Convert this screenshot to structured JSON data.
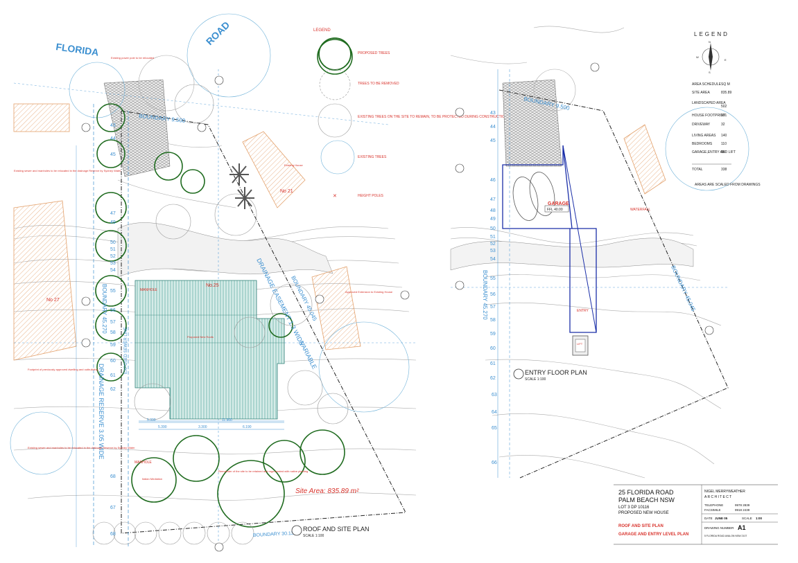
{
  "site": {
    "street_florida": "FLORIDA",
    "street_road": "ROAD",
    "boundary_top": "BOUNDARY 9.500",
    "boundary_right": "BOUNDARY 45.045",
    "boundary_left": "BOUNDARY 45.270",
    "boundary_bottom": "BOUNDARY 30.130",
    "drainage_easement": "DRAINAGE EASEMENT 1.3 WIDE",
    "variable": "VARIABLE",
    "drainage_reserve": "DRAINAGE RESERVE 3.05 WIDE",
    "exposed_sewer": "EXPOSED SEWER LINE",
    "no21": "No 21",
    "no25": "No.25",
    "no27": "No 27",
    "manhole": "MANHOLE",
    "site_area": "Site Area: 835.89 m²",
    "existing_house": "Existing House",
    "approved_ext": "Approved Extension to Existing House",
    "proposed_roof": "Proposed New Roofs",
    "note_power": "Existing power pole to be relocated",
    "note_sewer_top": "Existing sewer and manholes to be relocated in the drainage Reserve by Sydney Water",
    "note_sewer_bot": "Existing sewer and manholes to be relocated in the drainage Reserve by Sydney Water",
    "note_footprint": "Footprint of previously approved dwelling and outbuilding",
    "note_italian": "Italian Mediation",
    "note_native": "Remainder of the site to be retained and regenerated with native planting",
    "dims": [
      "5.390",
      "5.390",
      "3.300",
      "6.190",
      "11.900"
    ],
    "level_numbers": [
      "43",
      "44",
      "45",
      "46",
      "47",
      "48",
      "49",
      "50",
      "51",
      "52",
      "53",
      "54",
      "55",
      "56",
      "57",
      "58",
      "59",
      "60",
      "61",
      "62",
      "63",
      "64",
      "65",
      "66",
      "67",
      "68"
    ],
    "title": "ROOF AND SITE PLAN",
    "scale": "SCALE 1:100"
  },
  "legend": {
    "title": "LEGEND",
    "items": [
      "PROPOSED TREES",
      "TREES TO BE REMOVED",
      "EXISTING TREES ON THE SITE TO REMAIN, TO BE PROTECTED DURING CONSTRUCTION",
      "EXISTING TREES",
      "HEIGHT POLES"
    ]
  },
  "entry": {
    "boundary_top": "BOUNDARY 9.500",
    "boundary_left": "BOUNDARY 45.270",
    "boundary_right": "BOUNDARY 45.045",
    "garage": "GARAGE",
    "garage_rl": "FFL 40.00",
    "entry": "ENTRY",
    "lift": "LIFT",
    "waterfall": "WATERFALL",
    "title": "ENTRY FLOOR PLAN",
    "scale": "SCALE 1:100"
  },
  "area": {
    "legend": "LEGEND",
    "header": [
      "AREA SCHEDULE",
      "SQ M"
    ],
    "rows": [
      [
        "SITE AREA",
        "835.89"
      ],
      [
        "LANDSCAPED AREA",
        "502"
      ],
      [
        "HOUSE FOOTPRINT",
        "201"
      ],
      [
        "DRIVEWAY",
        "32"
      ],
      [
        "LIVING AREAS",
        "140"
      ],
      [
        "BEDROOMS",
        "110"
      ],
      [
        "GARAGE,ENTRY AND LIFT",
        "88"
      ],
      [
        "TOTAL",
        "338"
      ]
    ],
    "note": "AREAS ARE SCALED FROM DRAWINGS"
  },
  "titleblock": {
    "addr1": "25 FLORIDA ROAD",
    "addr2": "PALM BEACH NSW",
    "lot": "LOT 3 DP 10116",
    "proposed": "PROPOSED NEW HOUSE",
    "sheet1": "ROOF AND SITE PLAN",
    "sheet2": "GARAGE AND ENTRY LEVEL PLAN",
    "architect1": "NIGEL MERRYWEATHER",
    "architect2": "A R C H I T E C T",
    "tel_label": "TELEPHONE",
    "tel": "9978 2839",
    "fax_label": "FACSIMILE",
    "fax": "9918 2439",
    "date_label": "DATE",
    "date": "JUNE 05",
    "scale_label": "SCALE",
    "scale": "1:00",
    "drawing_label": "DRAWING NUMBER",
    "drawing": "A1",
    "footer": "5 FLORIDA ROAD  AVALON NSW 2107"
  },
  "colors": {
    "accent_blue": "#3b8fd0",
    "tree_green": "#1f6b1f",
    "red": "#d8322b",
    "house_hatch": "#6fb8b0",
    "garage_blue": "#1a2ea8"
  }
}
